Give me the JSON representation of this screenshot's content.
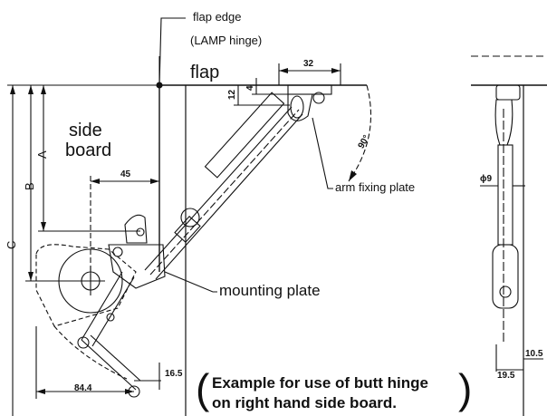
{
  "labels": {
    "flap_edge": "flap edge",
    "lamp_hinge": "(LAMP hinge)",
    "flap": "flap",
    "side": "side",
    "board": "board",
    "arm_fixing_plate": "arm fixing plate",
    "mounting_plate": "mounting plate",
    "example_line1": "Example for use of butt hinge",
    "example_line2": "on right hand side board."
  },
  "dimensions": {
    "d32": "32",
    "d4": "4",
    "d12": "12",
    "d45": "45",
    "d90": "90°",
    "d16_5": "16.5",
    "d84_4": "84.4",
    "phi9": "ϕ9",
    "d10_5": "10.5",
    "d19_5": "19.5",
    "A": "A",
    "B": "B",
    "C": "C"
  }
}
